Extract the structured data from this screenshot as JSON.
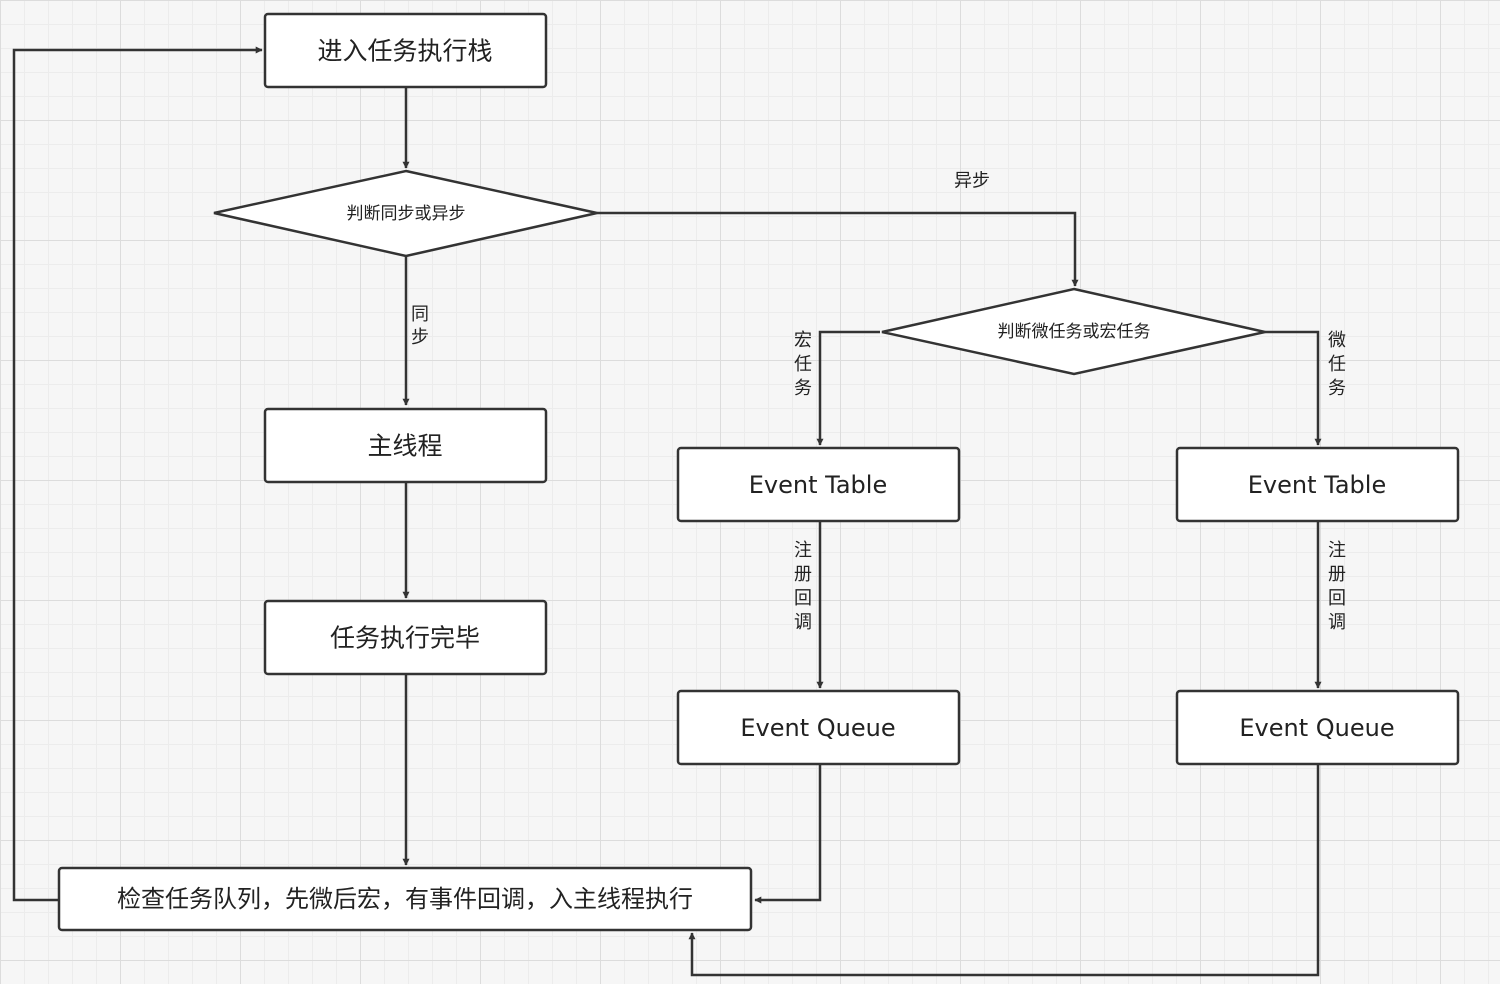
{
  "nodes": {
    "enter_stack": "进入任务执行栈",
    "decide_sync_async": "判断同步或异步",
    "main_thread": "主线程",
    "task_done": "任务执行完毕",
    "decide_micro_macro": "判断微任务或宏任务",
    "macro_event_table": "Event Table",
    "micro_event_table": "Event Table",
    "macro_event_queue": "Event Queue",
    "micro_event_queue": "Event Queue",
    "check_queue": "检查任务队列，先微后宏，有事件回调，入主线程执行"
  },
  "edges": {
    "async": "异步",
    "sync": "同步",
    "macro_task": "宏任务",
    "micro_task": "微任务",
    "register_callback_macro": "注册回调",
    "register_callback_micro": "注册回调"
  },
  "colors": {
    "stroke": "#333333",
    "fill": "#ffffff",
    "text": "#222222",
    "grid": "#dcdcdc"
  }
}
